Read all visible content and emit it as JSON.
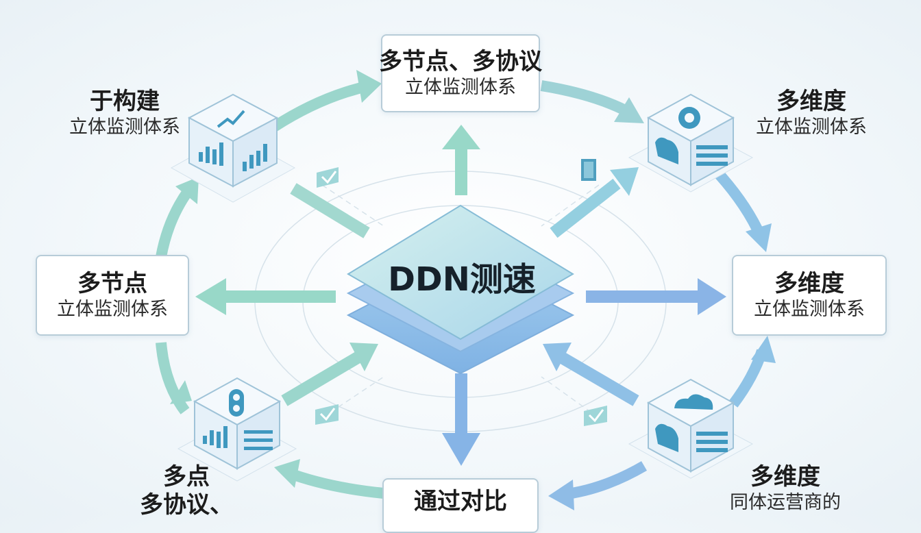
{
  "title": "",
  "center": {
    "label": "DDN测速"
  },
  "top_box": {
    "line1": "多节点、多协议",
    "line2": "立体监测体系"
  },
  "left_box": {
    "line1": "多节点",
    "line2": "立体监测体系"
  },
  "right_box": {
    "line1": "多维度",
    "line2": "立体监测体系"
  },
  "bottom_box": {
    "line1": "通过对比"
  },
  "top_left_label": {
    "line1": "于构建",
    "line2": "立体监测体系"
  },
  "top_right_label": {
    "line1": "多维度",
    "line2": "立体监测体系"
  },
  "bottom_left_label": {
    "line1": "多点",
    "line2": "多协议、"
  },
  "bottom_right_label": {
    "line1": "多维度",
    "line2": "同体运营商的"
  },
  "colors": {
    "arrow_green": "#8ed4c0",
    "arrow_blue": "#86b9e6",
    "cube_face": "#e6f1f9",
    "cube_icon": "#3f98bf",
    "center_top": "#bfe6ec",
    "center_bottom": "#9cc6ec",
    "box_border": "#b7ccd8"
  },
  "icons": [
    "trend-chart-icon",
    "bar-chart-icon",
    "gear-icon",
    "server-rack-icon",
    "toggle-icon",
    "data-table-icon",
    "cloud-icon",
    "check-icon",
    "document-icon"
  ]
}
